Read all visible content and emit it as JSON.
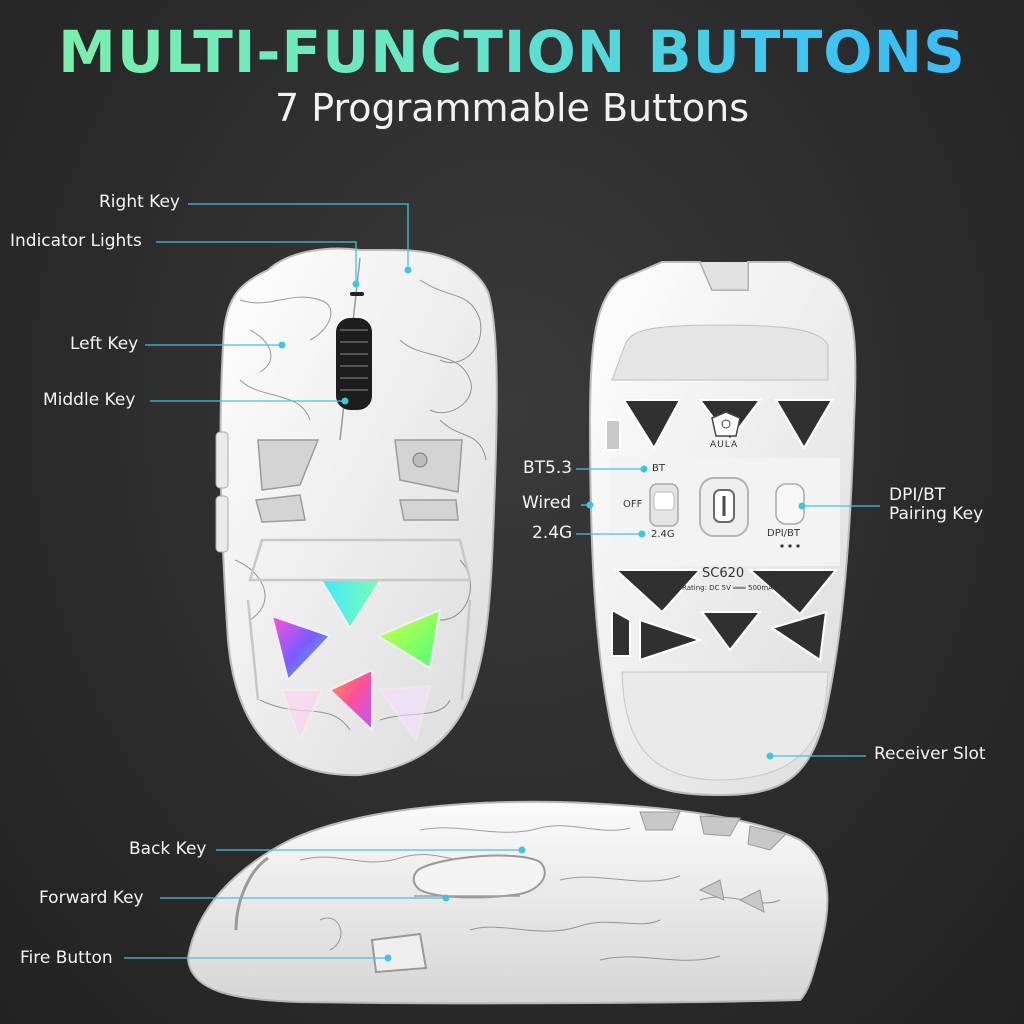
{
  "header": {
    "title": "MULTI-FUNCTION BUTTONS",
    "subtitle": "7 Programmable Buttons"
  },
  "top_view": {
    "right_key": "Right Key",
    "indicator_lights": "Indicator Lights",
    "left_key": "Left Key",
    "middle_key": "Middle Key"
  },
  "bottom_view": {
    "bt": "BT5.3",
    "wired": "Wired",
    "g24": "2.4G",
    "dpi_line1": "DPI/BT",
    "dpi_line2": "Pairing Key",
    "receiver_slot": "Receiver Slot",
    "switch_bt": "BT",
    "switch_off": "OFF",
    "switch_24g": "2.4G",
    "dpi_button_text": "DPI/BT",
    "brand": "AULA",
    "model": "SC620",
    "rating": "Rating: DC 5V ═══ 500mA"
  },
  "side_view": {
    "back_key": "Back Key",
    "forward_key": "Forward Key",
    "fire_button": "Fire Button"
  },
  "colors": {
    "accent_line": "#3ec6e0",
    "title_gradient_start": "#7ef0a8",
    "title_gradient_end": "#38b8f5"
  }
}
